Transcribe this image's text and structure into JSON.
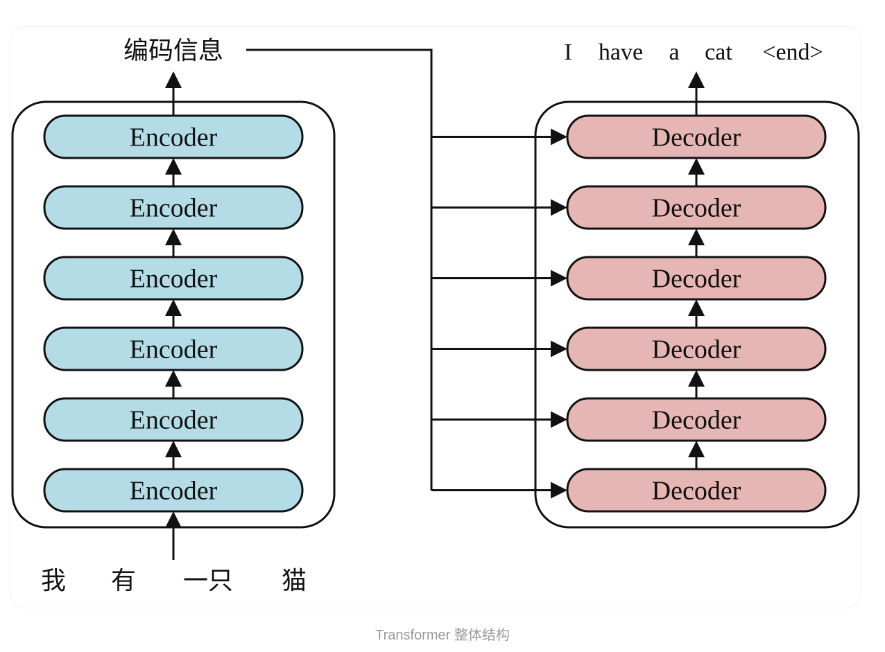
{
  "figure": {
    "encoder_output_label": "编码信息",
    "encoder_block_label": "Encoder",
    "decoder_block_label": "Decoder",
    "encoder_count": 6,
    "decoder_count": 6,
    "input_tokens": [
      "我",
      "有",
      "一只",
      "猫"
    ],
    "output_tokens": [
      "I",
      "have",
      "a",
      "cat",
      "<end>"
    ],
    "colors": {
      "encoder_fill": "#b4dce6",
      "decoder_fill": "#e6b6b4",
      "stroke": "#111111"
    }
  },
  "caption": "Transformer 整体结构"
}
